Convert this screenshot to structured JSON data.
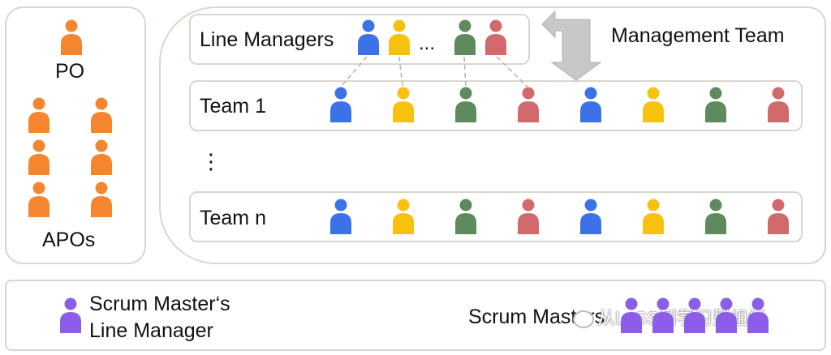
{
  "colors": {
    "blue": "#3b73e6",
    "yellow": "#f6c20e",
    "green": "#5e8a5e",
    "red": "#d2696d",
    "orange": "#f5862f",
    "purple": "#8c5de8",
    "border": "#d9d7cc",
    "arrow": "#c8c8c8",
    "dash": "#b6b6b6"
  },
  "left_panel": {
    "po_label": "PO",
    "apos_label": "APOs"
  },
  "management": {
    "title": "Management Team",
    "line_managers_label": "Line Managers",
    "ellipsis": "...",
    "manager_colors": [
      "blue",
      "yellow",
      "green",
      "red"
    ]
  },
  "teams": [
    {
      "name": "Team 1",
      "member_colors": [
        "blue",
        "yellow",
        "green",
        "red",
        "blue",
        "yellow",
        "green",
        "red"
      ]
    },
    {
      "name": "Team n",
      "member_colors": [
        "blue",
        "yellow",
        "green",
        "red",
        "blue",
        "yellow",
        "green",
        "red"
      ]
    }
  ],
  "vertical_ellipsis": "⋮",
  "bottom": {
    "sm_line_manager_line1": "Scrum Master‘s",
    "sm_line_manager_line2": "Line Manager",
    "scrum_masters_label": "Scrum Masters",
    "watermark": "从LeSS到学习型组织"
  }
}
